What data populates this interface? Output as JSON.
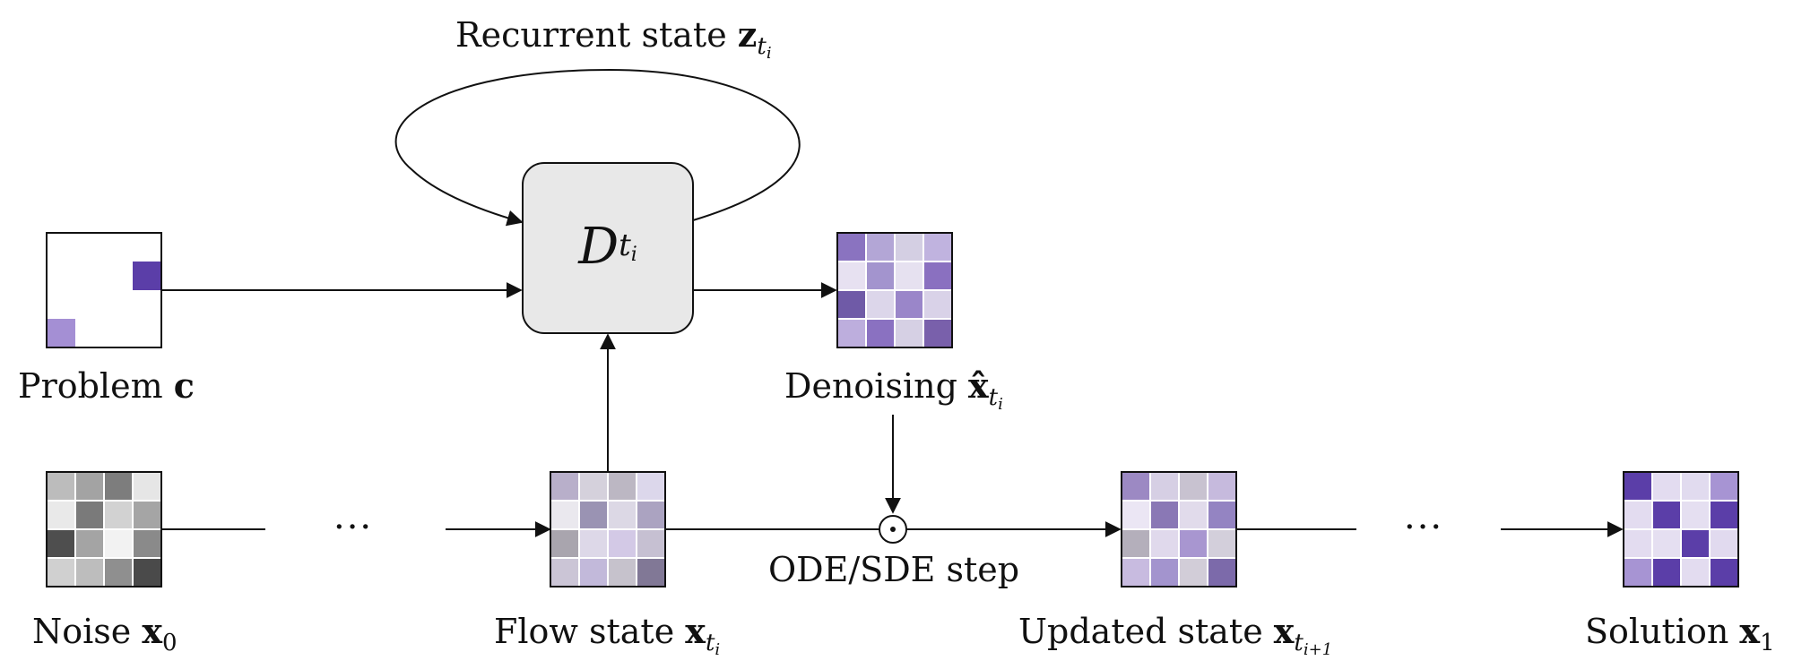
{
  "labels": {
    "recurrent": {
      "text": "Recurrent state ",
      "sym": "z",
      "sub": "t",
      "subsub": "i"
    },
    "model": {
      "sym": "D",
      "sub": "t",
      "subsub": "i"
    },
    "problem": {
      "text": "Problem ",
      "sym": "c"
    },
    "denoising": {
      "text": "Denoising ",
      "sym": "x̂",
      "sub": "t",
      "subsub": "i"
    },
    "noise": {
      "text": "Noise ",
      "sym": "x",
      "sub": "0"
    },
    "flow": {
      "text": "Flow state ",
      "sym": "x",
      "sub": "t",
      "subsub": "i"
    },
    "ode": {
      "text": "ODE/SDE step"
    },
    "updated": {
      "text": "Updated state ",
      "sym": "x",
      "sub": "t",
      "subsub": "i+1"
    },
    "solution": {
      "text": "Solution ",
      "sym": "x",
      "sub": "1"
    },
    "ellipsis": "···"
  },
  "grids": {
    "problem": [
      "#ffffff",
      "#ffffff",
      "#ffffff",
      "#ffffff",
      "#ffffff",
      "#ffffff",
      "#ffffff",
      "#5b3ea8",
      "#ffffff",
      "#ffffff",
      "#ffffff",
      "#ffffff",
      "#a48fd4",
      "#ffffff",
      "#ffffff",
      "#ffffff"
    ],
    "noise": [
      "#bcbcbc",
      "#a3a3a3",
      "#7d7d7d",
      "#e6e6e6",
      "#e9e9e9",
      "#7a7a7a",
      "#d2d2d2",
      "#a5a5a5",
      "#4e4e4e",
      "#a4a4a4",
      "#f2f2f2",
      "#8a8a8a",
      "#d0d0d0",
      "#bdbdbd",
      "#8f8f8f",
      "#4a4a4a"
    ],
    "denoising": [
      "#8a73c0",
      "#b3a6d6",
      "#d4cfe3",
      "#c0b3df",
      "#e7e1f1",
      "#a394ce",
      "#e6e1f0",
      "#8a70c0",
      "#6f5aa7",
      "#dcd6ea",
      "#9a86c9",
      "#d9d2e8",
      "#bdaedd",
      "#8a71c1",
      "#d6d0e4",
      "#7960ab"
    ],
    "flow": [
      "#b8afca",
      "#d5d1dc",
      "#bcb7c3",
      "#dcd7eb",
      "#eae8ee",
      "#9a93b3",
      "#dcd8e5",
      "#aba3c1",
      "#a9a5ae",
      "#ddd8e8",
      "#d3c9e6",
      "#c6c0d2",
      "#cbc5d6",
      "#c2b9da",
      "#c6c2cc",
      "#817896"
    ],
    "updated": [
      "#9c89c3",
      "#d6cfe4",
      "#c8c2d0",
      "#c6badd",
      "#ebe6f4",
      "#8a78b5",
      "#e1dbeb",
      "#9484c2",
      "#b4afbb",
      "#e0d9ec",
      "#a896d0",
      "#d3cfdb",
      "#c8bbe0",
      "#a394ce",
      "#d2cdd8",
      "#7c6aaa"
    ],
    "solution": [
      "#5b3ea8",
      "#e3dcf0",
      "#e1dbef",
      "#a794d3",
      "#e3dcf0",
      "#5b3ea8",
      "#e5dff1",
      "#5b3ea8",
      "#e3dcf0",
      "#e5dff1",
      "#5b3ea8",
      "#e1daef",
      "#a794d3",
      "#5b3ea8",
      "#e3dcf0",
      "#5b3ea8"
    ]
  },
  "colors": {
    "model_fill": "#e8e8e8",
    "stroke": "#111111"
  }
}
